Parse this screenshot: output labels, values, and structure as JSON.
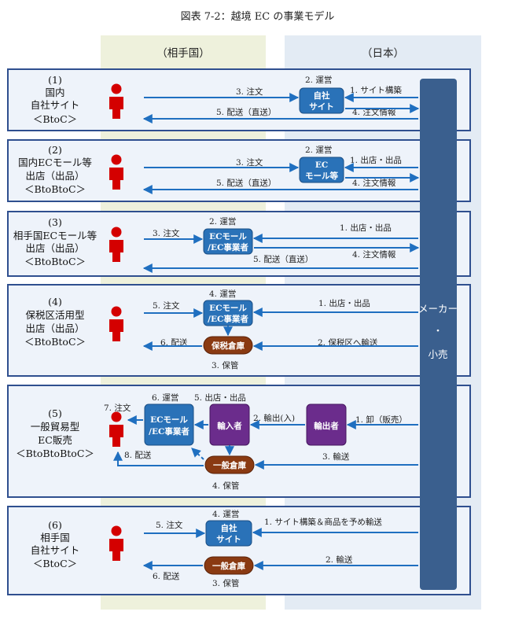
{
  "title": "図表 7-2：越境 EC の事業モデル",
  "headers": {
    "partner": "（相手国）",
    "japan": "（日本）"
  },
  "sidebar": [
    "メーカー",
    "・",
    "小売"
  ],
  "rows": [
    {
      "label": [
        "(1)",
        "国内",
        "自社サイト",
        "＜BtoC＞"
      ],
      "boxes": [
        [
          "自社",
          "サイト"
        ]
      ],
      "texts": [
        "2. 運営",
        "1. サイト構築",
        "3. 注文",
        "5. 配送（直送）",
        "4. 注文情報"
      ]
    },
    {
      "label": [
        "(2)",
        "国内ECモール等",
        "出店（出品）",
        "＜BtoBtoC＞"
      ],
      "boxes": [
        [
          "EC",
          "モール等"
        ]
      ],
      "texts": [
        "2. 運営",
        "1. 出店・出品",
        "3. 注文",
        "5. 配送（直送）",
        "4. 注文情報"
      ]
    },
    {
      "label": [
        "(3)",
        "相手国ECモール等",
        "出店（出品）",
        "＜BtoBtoC＞"
      ],
      "boxes": [
        [
          "ECモール",
          "/EC事業者"
        ]
      ],
      "texts": [
        "2. 運営",
        "3. 注文",
        "1. 出店・出品",
        "4. 注文情報",
        "5. 配送（直送）"
      ]
    },
    {
      "label": [
        "(4)",
        "保税区活用型",
        "出店（出品）",
        "＜BtoBtoC＞"
      ],
      "boxes": [
        [
          "ECモール",
          "/EC事業者"
        ],
        [
          "保税倉庫"
        ]
      ],
      "texts": [
        "4. 運営",
        "5. 注文",
        "1. 出店・出品",
        "6. 配送",
        "2. 保税区へ輸送",
        "3. 保管"
      ]
    },
    {
      "label": [
        "(5)",
        "一般貿易型",
        "EC販売",
        "＜BtoBtoBtoC＞"
      ],
      "boxes": [
        [
          "ECモール",
          "/EC事業者"
        ],
        [
          "輸入者"
        ],
        [
          "輸出者"
        ],
        [
          "一般倉庫"
        ]
      ],
      "texts": [
        "7. 注文",
        "6. 運営",
        "5. 出店・出品",
        "2. 輸出(入)",
        "1. 卸（販売）",
        "8. 配送",
        "3. 輸送",
        "4. 保管"
      ]
    },
    {
      "label": [
        "(6)",
        "相手国",
        "自社サイト",
        "＜BtoC＞"
      ],
      "boxes": [
        [
          "自社",
          "サイト"
        ],
        [
          "一般倉庫"
        ]
      ],
      "texts": [
        "4. 運営",
        "5. 注文",
        "1. サイト構築＆商品を予め輸送",
        "2. 輸送",
        "6. 配送",
        "3. 保管"
      ]
    }
  ],
  "colors": {
    "partner_bg": "#eef1dc",
    "japan_bg": "#e3ebf4",
    "row_bg": "#eef3fa",
    "row_border": "#2f4f8f",
    "arrow": "#1f6fc0",
    "box_blue": "#2a72b8",
    "box_brown": "#8a3a12",
    "box_purple": "#6b2c8c",
    "person": "#d40000",
    "sidebar": "#3a5f8e"
  }
}
